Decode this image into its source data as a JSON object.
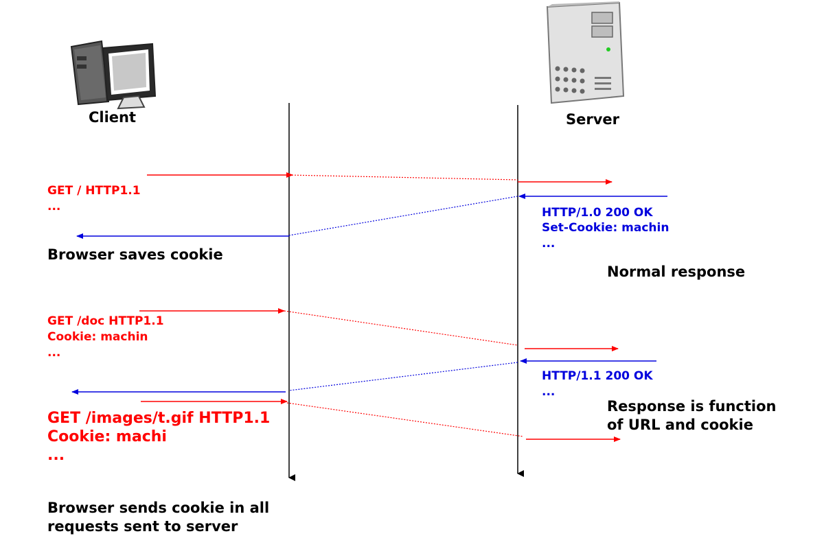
{
  "actors": {
    "client": {
      "label": "Client",
      "icon": "desktop-computer-icon"
    },
    "server": {
      "label": "Server",
      "icon": "server-tower-icon"
    }
  },
  "messages": {
    "req1": {
      "lines": [
        "GET / HTTP1.1",
        "..."
      ]
    },
    "resp1": {
      "lines": [
        "HTTP/1.0 200 OK",
        "Set-Cookie: machin",
        "..."
      ]
    },
    "req2": {
      "lines": [
        "GET /doc HTTP1.1",
        "Cookie: machin",
        "..."
      ]
    },
    "resp2": {
      "lines": [
        "HTTP/1.1 200 OK",
        "..."
      ]
    },
    "req3": {
      "lines": [
        "GET /images/t.gif HTTP1.1",
        "Cookie: machi",
        "..."
      ]
    }
  },
  "notes": {
    "browser_saves": "Browser saves  cookie",
    "normal_response": "Normal response",
    "response_function": [
      "Response is function",
      "of URL and cookie"
    ],
    "browser_sends": [
      "Browser sends cookie in all",
      "requests sent to server"
    ]
  },
  "colors": {
    "request": "#ff0000",
    "response": "#0000dd",
    "timeline": "#000000"
  }
}
